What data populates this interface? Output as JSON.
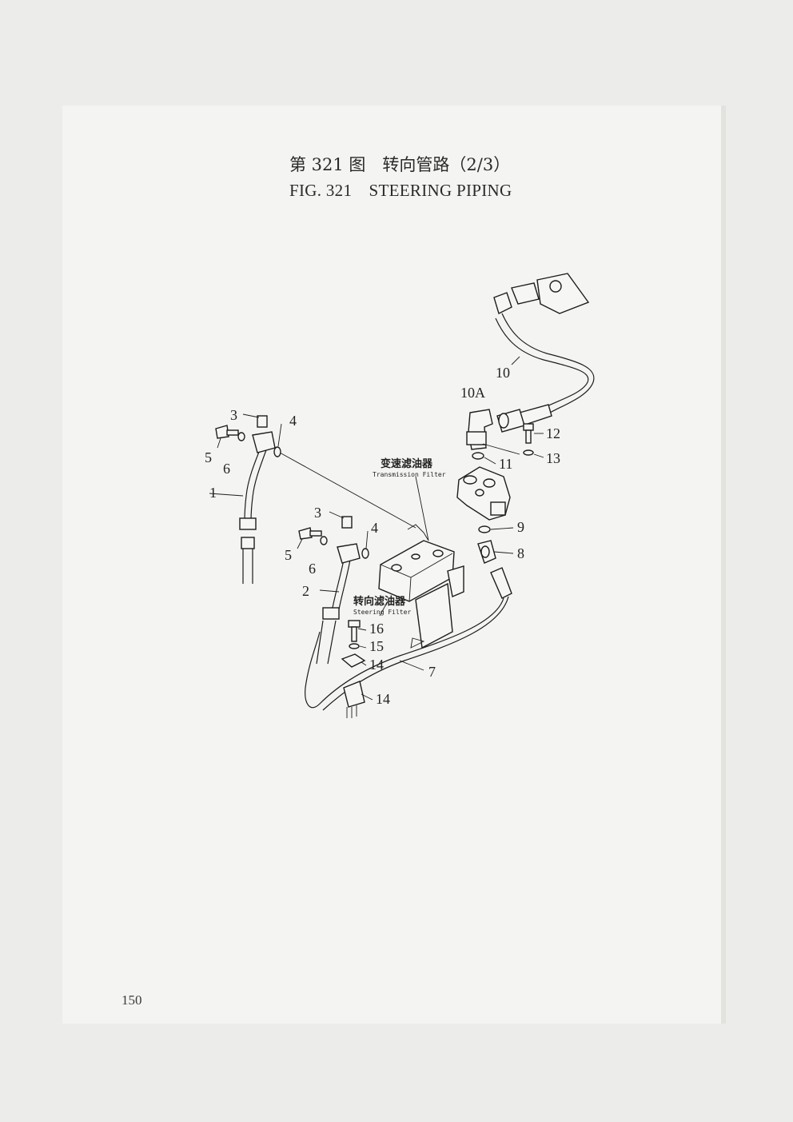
{
  "title": {
    "chinese": "第 321 图　转向管路（2/3）",
    "english": "FIG. 321　STEERING PIPING"
  },
  "page_number": "150",
  "component_labels": {
    "transmission_filter_cn": "变速滤油器",
    "transmission_filter_en": "Transmission Filter",
    "steering_filter_cn": "转向滤油器",
    "steering_filter_en": "Steering Filter"
  },
  "callouts": {
    "c1": "1",
    "c2": "2",
    "c3a": "3",
    "c3b": "3",
    "c4a": "4",
    "c4b": "4",
    "c5a": "5",
    "c5b": "5",
    "c6a": "6",
    "c6b": "6",
    "c7": "7",
    "c8": "8",
    "c9": "9",
    "c10": "10",
    "c10a": "10A",
    "c11": "11",
    "c12": "12",
    "c13": "13",
    "c14a": "14",
    "c14b": "14",
    "c15": "15",
    "c16": "16"
  }
}
